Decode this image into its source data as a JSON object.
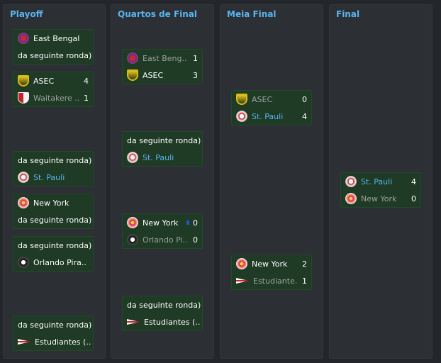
{
  "columns": [
    {
      "title": "Playoff"
    },
    {
      "title": "Quartos de Final"
    },
    {
      "title": "Meia Final"
    },
    {
      "title": "Final"
    }
  ],
  "placeholder_text": "da seguinte ronda)",
  "playoff": [
    {
      "team1": "East Bengal"
    },
    {
      "team1": "ASEC",
      "score1": "4",
      "team2": "Waitakere ..",
      "score2": "1"
    },
    {
      "team2": "St. Pauli"
    },
    {
      "team1": "New York"
    },
    {
      "team2": "Orlando Pira.."
    },
    {
      "team2": "Estudiantes (.."
    }
  ],
  "quarters": [
    {
      "team1": "East Beng..",
      "score1": "1",
      "team2": "ASEC",
      "score2": "3"
    },
    {
      "team2": "St. Pauli"
    },
    {
      "team1": "New York",
      "score1": "0",
      "team2": "Orlando Pi..",
      "score2": "0"
    },
    {
      "team2": "Estudiantes (.."
    }
  ],
  "semis": [
    {
      "team1": "ASEC",
      "score1": "0",
      "team2": "St. Pauli",
      "score2": "4"
    },
    {
      "team1": "New York",
      "score1": "2",
      "team2": "Estudiante..",
      "score2": "1"
    }
  ],
  "final": [
    {
      "team1": "St. Pauli",
      "score1": "4",
      "team2": "New York",
      "score2": "0"
    }
  ],
  "colors": {
    "accent": "#58b4ef",
    "card_bg": "#1f3a25",
    "panel_bg": "#2c3035"
  },
  "icons": {
    "east_bengal": "east-bengal-crest-icon",
    "asec": "asec-crest-icon",
    "waitakere": "waitakere-crest-icon",
    "st_pauli": "st-pauli-crest-icon",
    "new_york": "new-york-crest-icon",
    "orlando": "orlando-pirates-crest-icon",
    "estudiantes": "estudiantes-flag-icon"
  }
}
